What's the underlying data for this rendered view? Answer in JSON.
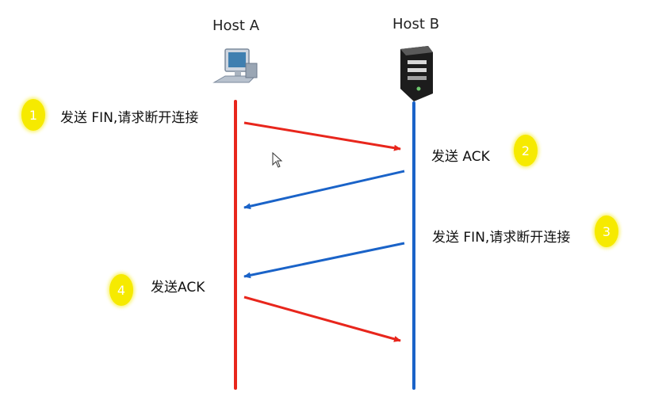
{
  "hosts": {
    "a": {
      "label": "Host A",
      "icon": "desktop-computer-icon",
      "line_color": "#e8261c"
    },
    "b": {
      "label": "Host B",
      "icon": "server-tower-icon",
      "line_color": "#1a63c8"
    }
  },
  "steps": [
    {
      "number": "1",
      "text": "发送 FIN,请求断开连接",
      "side": "A"
    },
    {
      "number": "2",
      "text": "发送 ACK",
      "side": "B"
    },
    {
      "number": "3",
      "text": "发送 FIN,请求断开连接",
      "side": "B"
    },
    {
      "number": "4",
      "text": "发送ACK",
      "side": "A"
    }
  ],
  "messages": [
    {
      "from": "A",
      "to": "B",
      "color": "#e8261c"
    },
    {
      "from": "B",
      "to": "A",
      "color": "#1a63c8"
    },
    {
      "from": "B",
      "to": "A",
      "color": "#1a63c8"
    },
    {
      "from": "A",
      "to": "B",
      "color": "#e8261c"
    }
  ],
  "colors": {
    "badge": "#f6ea00",
    "red": "#e8261c",
    "blue": "#1a63c8"
  }
}
